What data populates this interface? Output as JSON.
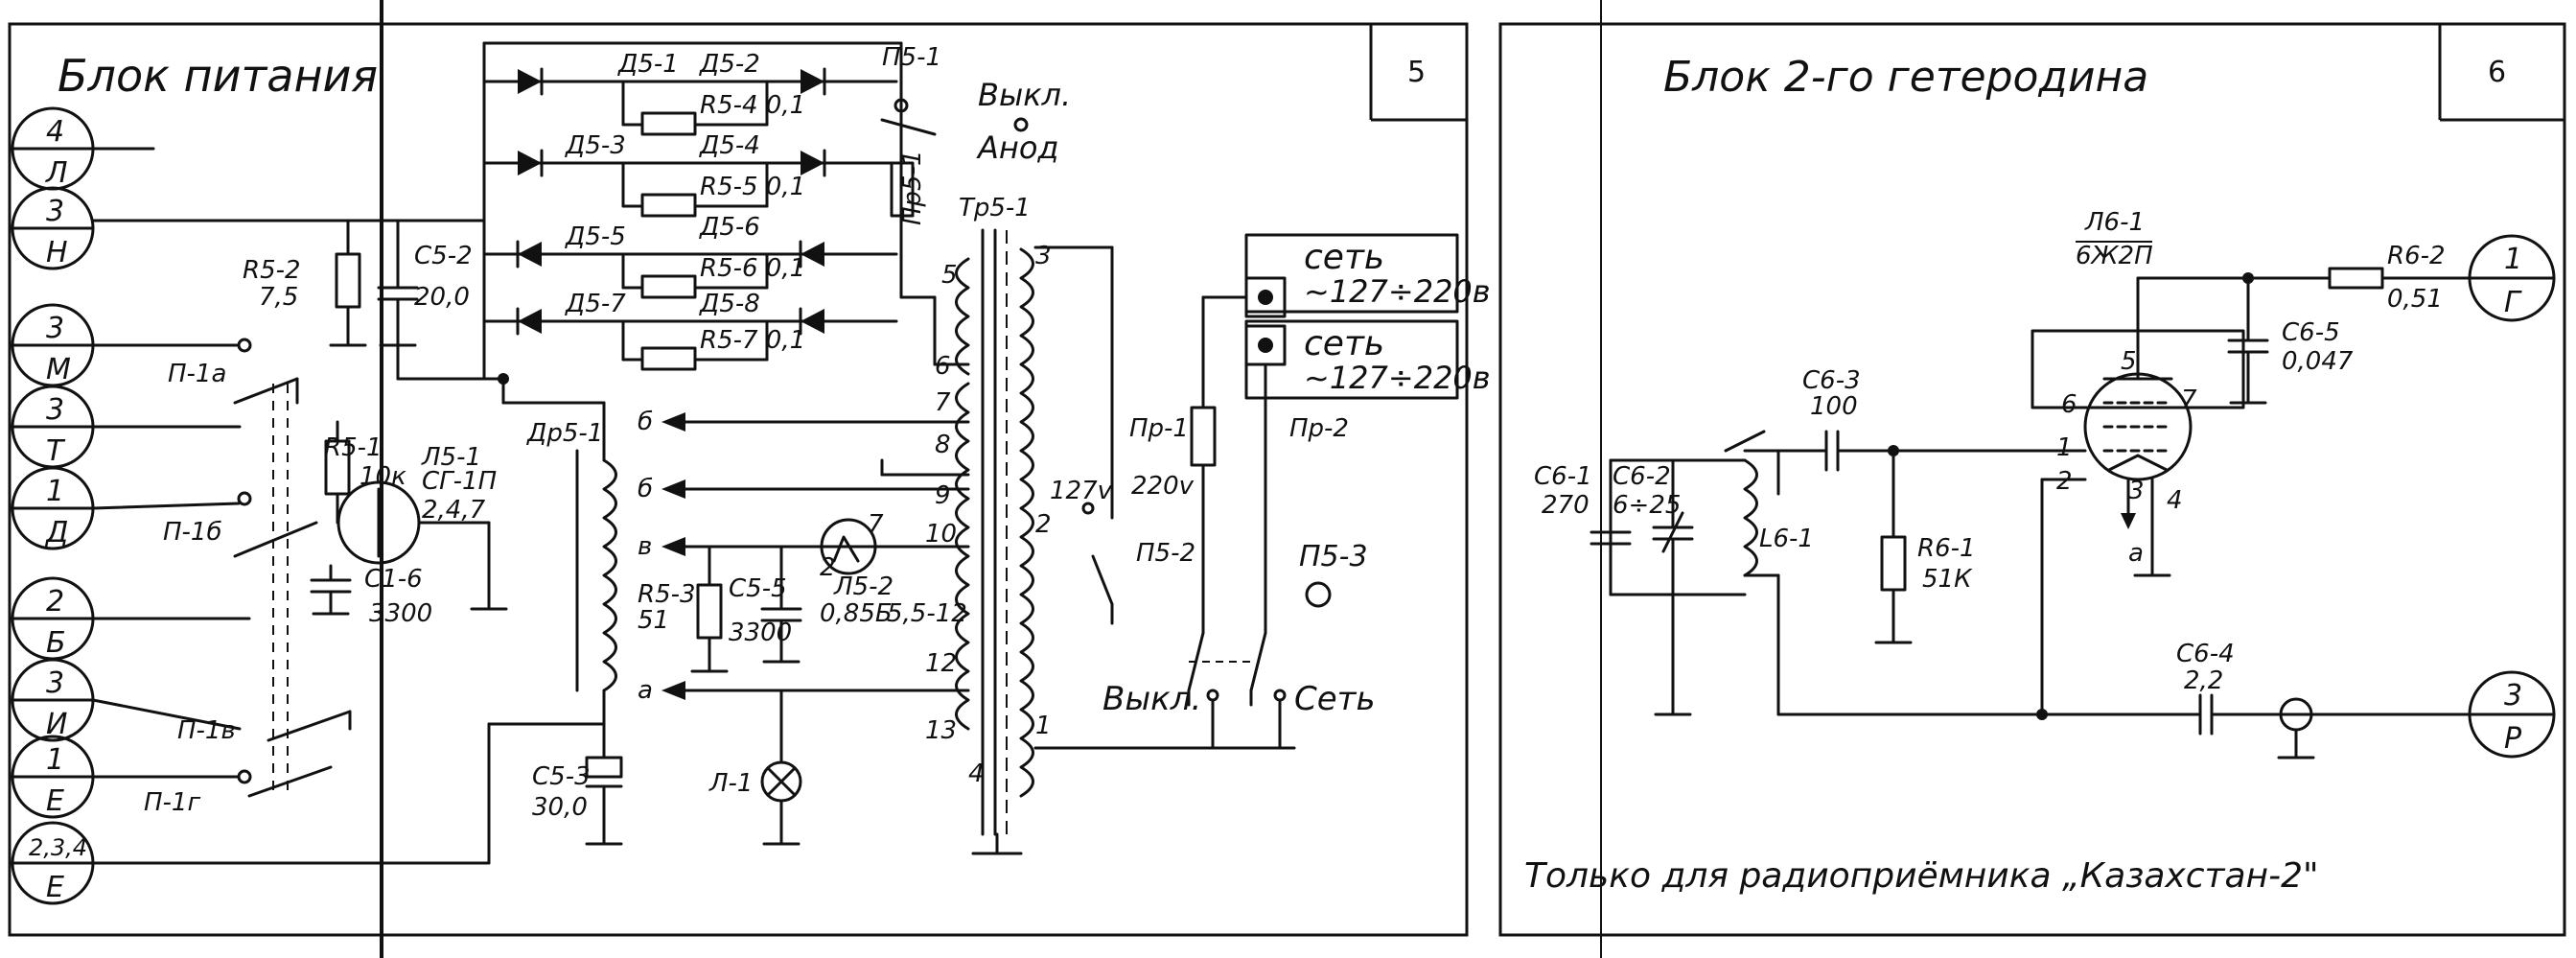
{
  "left_block": {
    "title": "Блок питания",
    "number": "5",
    "connectors": [
      {
        "pin": "4",
        "letter": "Л"
      },
      {
        "pin": "3",
        "letter": "Н"
      },
      {
        "pin": "3",
        "letter": "М"
      },
      {
        "pin": "3",
        "letter": "Т"
      },
      {
        "pin": "1",
        "letter": "Д"
      },
      {
        "pin": "2",
        "letter": "Б"
      },
      {
        "pin": "3",
        "letter": "И"
      },
      {
        "pin": "1",
        "letter": "Е"
      },
      {
        "pin": "2,3,4",
        "letter": "Е"
      }
    ],
    "labels": {
      "r5_2": "R5-2",
      "r5_2_val": "7,5",
      "c5_2": "C5-2",
      "c5_2_val": "20,0",
      "p1a": "П-1а",
      "p1b": "П-1б",
      "p1v": "П-1в",
      "p1g": "П-1г",
      "r5_1": "R5-1",
      "r5_1_val": "10к",
      "l5_1": "Л5-1",
      "l5_1_type": "СГ-1П",
      "l5_1_val": "2,4,7",
      "c1_6": "С1-6",
      "c1_6_val": "3300",
      "d5_1": "Д5-1",
      "d5_2": "Д5-2",
      "d5_3": "Д5-3",
      "d5_4": "Д5-4",
      "d5_5": "Д5-5",
      "d5_6": "Д5-6",
      "d5_7": "Д5-7",
      "d5_8": "Д5-8",
      "r5_4": "R5-4 0,1",
      "r5_5": "R5-5 0,1",
      "r5_6": "R5-6 0,1",
      "r5_7": "R5-7 0,1",
      "p5_1": "П5-1",
      "pr5_1": "Пр5-1",
      "vykl": "Выкл.",
      "anod": "Анод",
      "tr5_1": "Тр5-1",
      "dr5_1": "Др5-1",
      "r5_3": "R5-3",
      "r5_3_val": "51",
      "c5_5": "С5-5",
      "c5_5_val": "3300",
      "l5_2": "Л5-2",
      "l5_2_type": "0,85Б",
      "l5_2_val": "5,5-12",
      "c5_3": "С5-3",
      "c5_3_val": "30,0",
      "l1": "Л-1",
      "out_b1": "б",
      "out_b2": "б",
      "out_v": "в",
      "out_a": "а",
      "w3": "3",
      "w5": "5",
      "w6": "6",
      "w7": "7",
      "w8": "8",
      "w9": "9",
      "w10": "10",
      "w12": "12",
      "w13": "13",
      "w4": "4",
      "w2": "2",
      "w1": "1",
      "v127": "127v",
      "v220": "220v",
      "p5_2": "П5-2",
      "p5_3": "П5-3",
      "pr1": "Пр-1",
      "pr2": "Пр-2",
      "set1": "сеть",
      "set1_v": "~127÷220в",
      "set2": "сеть",
      "set2_v": "~127÷220в",
      "vykl2": "Выкл.",
      "set_sw": "Сеть",
      "l5_2_p2": "2",
      "l5_2_p7": "7"
    }
  },
  "right_block": {
    "title": "Блок 2-го гетеродина",
    "number": "6",
    "footer": "Только для радиоприёмника „Казахстан-2\"",
    "connectors": [
      {
        "pin": "1",
        "letter": "Г"
      },
      {
        "pin": "3",
        "letter": "Р"
      }
    ],
    "labels": {
      "l6_1": "Л6-1",
      "l6_1_type": "6Ж2П",
      "r6_2": "R6-2",
      "r6_2_val": "0,51",
      "c6_5": "С6-5",
      "c6_5_val": "0,047",
      "c6_3": "С6-3",
      "c6_3_val": "100",
      "c6_1": "С6-1",
      "c6_1_val": "270",
      "c6_2": "С6-2",
      "c6_2_val": "6÷25",
      "lc6_1": "L6-1",
      "r6_1": "R6-1",
      "r6_1_val": "51К",
      "c6_4": "С6-4",
      "c6_4_val": "2,2",
      "pin5": "5",
      "pin6": "6",
      "pin7": "7",
      "pin1": "1",
      "pin2": "2",
      "pin3": "3",
      "pin4": "4",
      "pin_a": "а"
    }
  }
}
